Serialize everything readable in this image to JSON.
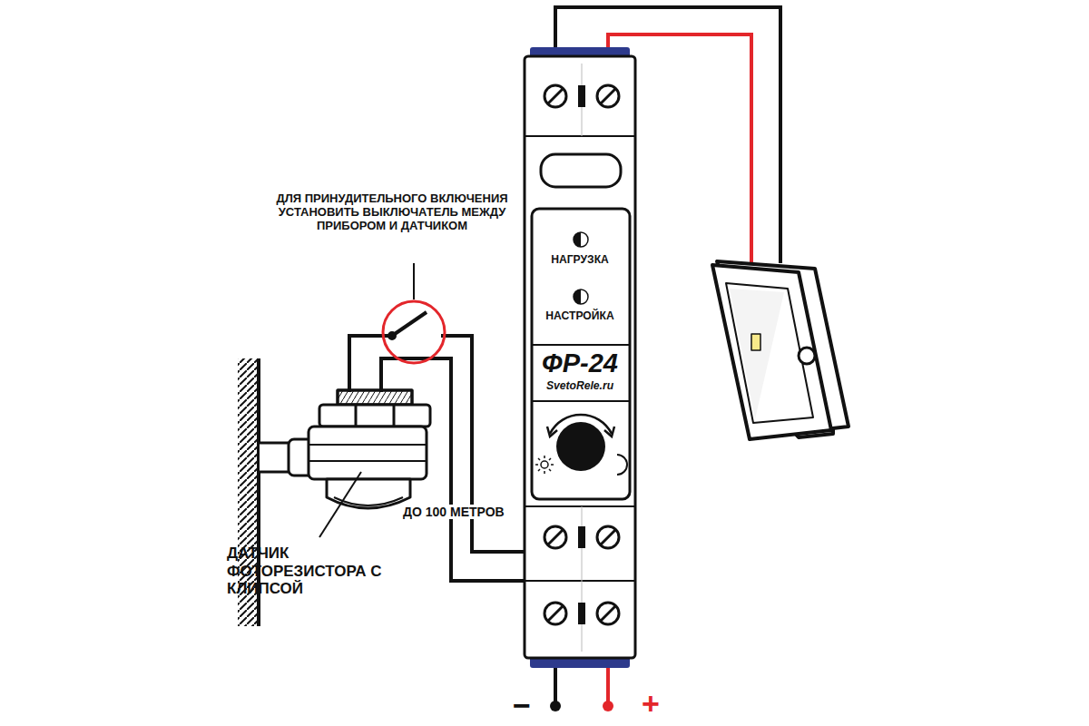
{
  "diagram": {
    "nodes": [
      {
        "text": [
          "НАГРУЗКА",
          "НАСТРОЙКА",
          "ФР-24",
          "SvetoRele.ru"
        ]
      }
    ],
    "labels": [
      "ДЛЯ ПРИНУДИТЕЛЬНОГО ВКЛЮЧЕНИЯ УСТАНОВИТЬ ВЫКЛЮЧАТЕЛЬ МЕЖДУ ПРИБОРОМ И ДАТЧИКОМ",
      "ДО 100 МЕТРОВ",
      "ДАТЧИК ФОТОРЕЗИСТОРА С КЛИПСОЙ",
      "−",
      "+"
    ]
  }
}
